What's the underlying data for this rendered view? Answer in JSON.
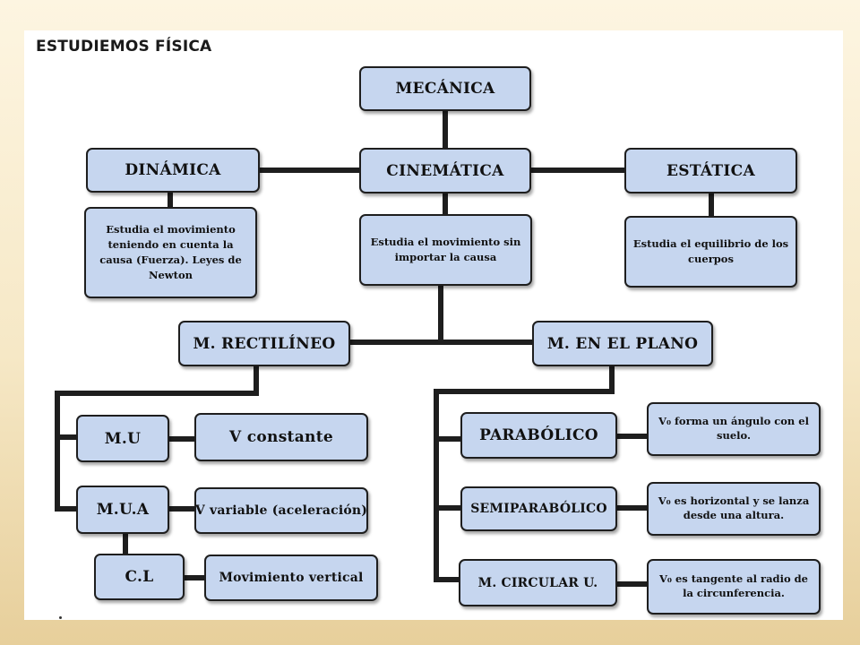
{
  "title": "ESTUDIEMOS FÍSICA",
  "nodes": {
    "mecanica": "MECÁNICA",
    "dinamica": "DINÁMICA",
    "cinematica": "CINEMÁTICA",
    "estatica": "ESTÁTICA",
    "dinamica_desc": "Estudia el movimiento teniendo en cuenta la causa (Fuerza). Leyes de Newton",
    "cinematica_desc": "Estudia el movimiento sin importar la causa",
    "estatica_desc": "Estudia el equilibrio de los cuerpos",
    "rectilineo": "M. RECTILÍNEO",
    "plano": "M. EN EL PLANO",
    "mu": "M.U",
    "mu_desc": "V constante",
    "mua": "M.U.A",
    "mua_desc": "V variable (aceleración)",
    "cl": "C.L",
    "cl_desc": "Movimiento vertical",
    "parabolico": "PARABÓLICO",
    "parabolico_desc": "V₀ forma un ángulo con el suelo.",
    "semiparabolico": "SEMIPARABÓLICO",
    "semiparabolico_desc": "V₀ es horizontal y se lanza desde una altura.",
    "circular": "M. CIRCULAR U.",
    "circular_desc": "V₀ es tangente al radio de la circunferencia."
  },
  "colors": {
    "box_fill": "#c6d6ef",
    "line": "#1e1e1e",
    "background": "#f6e8c6"
  }
}
